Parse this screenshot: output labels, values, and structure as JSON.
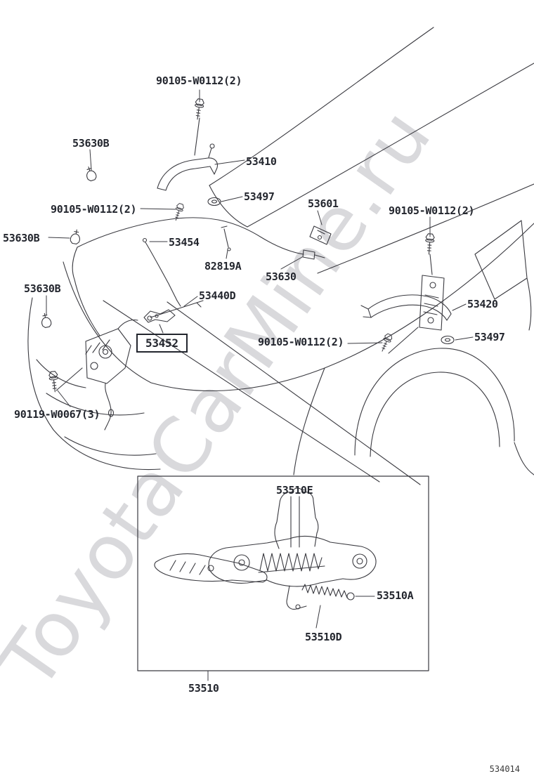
{
  "page": {
    "watermark": "ToyotaCarMine.ru",
    "diagram_code": "534014",
    "line_color": "#3a3a40",
    "label_color": "#23262e",
    "watermark_color": "#d9d9dc",
    "background": "#ffffff"
  },
  "labels": [
    {
      "part": "90105-W0112",
      "qty": "(2)",
      "text": "90105-W0112(2)"
    },
    {
      "part": "53630B",
      "text": "53630B"
    },
    {
      "part": "53410",
      "text": "53410"
    },
    {
      "part": "53497",
      "text": "53497"
    },
    {
      "part": "53601",
      "text": "53601"
    },
    {
      "part": "90105-W0112",
      "qty": "(2)",
      "text": "90105-W0112(2)"
    },
    {
      "part": "90105-W0112",
      "qty": "(2)",
      "text": "90105-W0112(2)"
    },
    {
      "part": "53630B",
      "text": "53630B"
    },
    {
      "part": "53454",
      "text": "53454"
    },
    {
      "part": "82819A",
      "text": "82819A"
    },
    {
      "part": "53630",
      "text": "53630"
    },
    {
      "part": "53630B",
      "text": "53630B"
    },
    {
      "part": "53440D",
      "text": "53440D"
    },
    {
      "part": "53420",
      "text": "53420"
    },
    {
      "part": "53452",
      "text": "53452",
      "selected": true
    },
    {
      "part": "90105-W0112",
      "qty": "(2)",
      "text": "90105-W0112(2)"
    },
    {
      "part": "53497",
      "text": "53497"
    },
    {
      "part": "90119-W0067",
      "qty": "(3)",
      "text": "90119-W0067(3)"
    },
    {
      "part": "53510E",
      "text": "53510E"
    },
    {
      "part": "53510A",
      "text": "53510A"
    },
    {
      "part": "53510D",
      "text": "53510D"
    },
    {
      "part": "53510",
      "text": "53510"
    }
  ]
}
